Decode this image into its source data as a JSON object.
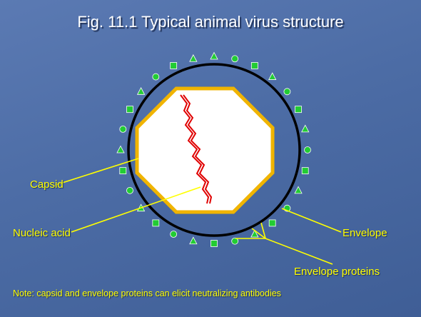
{
  "slide": {
    "title": "Fig. 11.1 Typical animal virus structure",
    "labels": {
      "capsid": "Capsid",
      "nucleic_acid": "Nucleic acid",
      "envelope": "Envelope",
      "envelope_proteins": "Envelope proteins"
    },
    "note": "Note: capsid and envelope proteins can elicit neutralizing antibodies"
  },
  "colors": {
    "background": "#4c6ca5",
    "envelope": "#000000",
    "capsid_border": "#f0b400",
    "capsid_fill": "#ffffff",
    "nucleic_acid": "#e00000",
    "proteins": "#22cc33",
    "label_text": "#ffff00",
    "title_text": "#ffffff"
  },
  "diagram": {
    "envelope_protein_shapes": [
      "triangle",
      "circle",
      "square"
    ]
  }
}
